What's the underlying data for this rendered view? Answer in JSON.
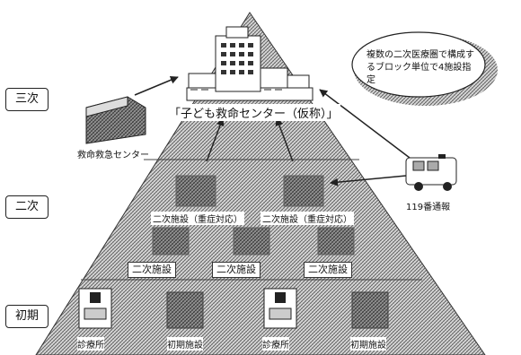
{
  "tiers": {
    "tertiary": "三次",
    "secondary": "二次",
    "primary": "初期"
  },
  "center": {
    "title": "「子ども救命センター（仮称）」"
  },
  "callout": {
    "text": "複数の二次医療圏で構成するブロック単位で4施設指定"
  },
  "emergency_center": {
    "label": "救命救急センター"
  },
  "ambulance": {
    "label": "119番通報"
  },
  "secondary_designated": [
    "二次施設（重症対応）",
    "二次施設（重症対応）"
  ],
  "secondary_facilities": [
    "二次施設",
    "二次施設",
    "二次施設"
  ],
  "primary_facilities": [
    "診療所",
    "初期施設",
    "診療所",
    "初期施設"
  ]
}
